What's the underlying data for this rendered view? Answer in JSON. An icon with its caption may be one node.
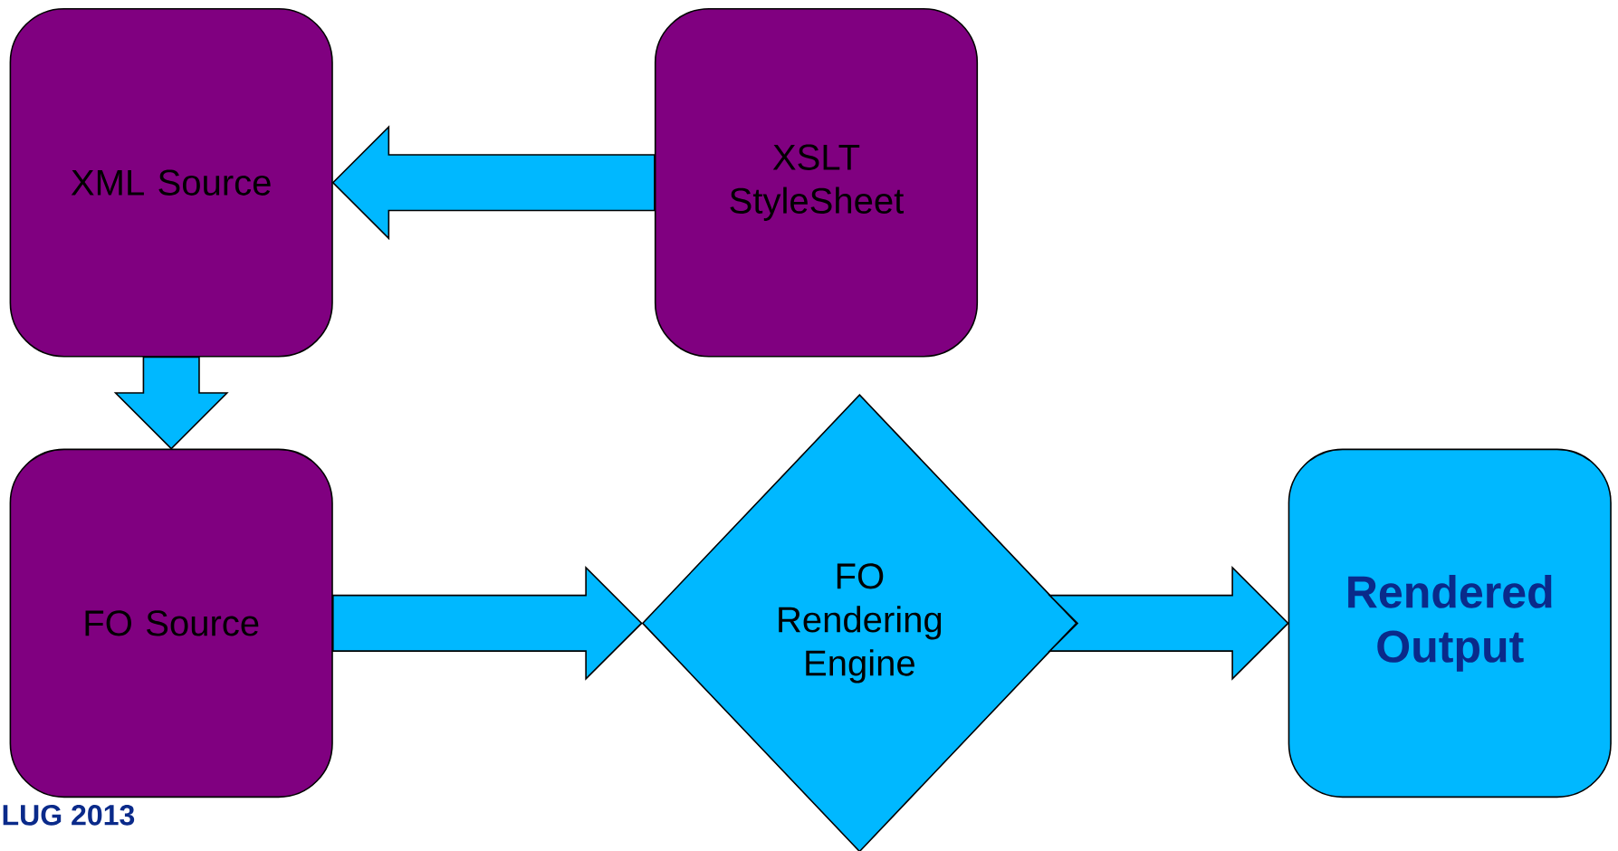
{
  "diagram": {
    "nodes": [
      {
        "text": [
          "XML Source"
        ]
      },
      {
        "text": [
          "XSLT StyleSheet"
        ]
      },
      {
        "text": [
          "FO Source"
        ]
      },
      {
        "text": [
          "FO Rendering Engine"
        ]
      },
      {
        "text": [
          "Rendered Output"
        ]
      }
    ],
    "edges": [
      {
        "from": 1,
        "to": 0,
        "arrow": "to"
      },
      {
        "from": 0,
        "to": 2,
        "arrow": "to"
      },
      {
        "from": 2,
        "to": 3,
        "arrow": "to"
      },
      {
        "from": 3,
        "to": 4,
        "arrow": "to"
      }
    ],
    "labels": [
      "LUG 2013"
    ]
  }
}
